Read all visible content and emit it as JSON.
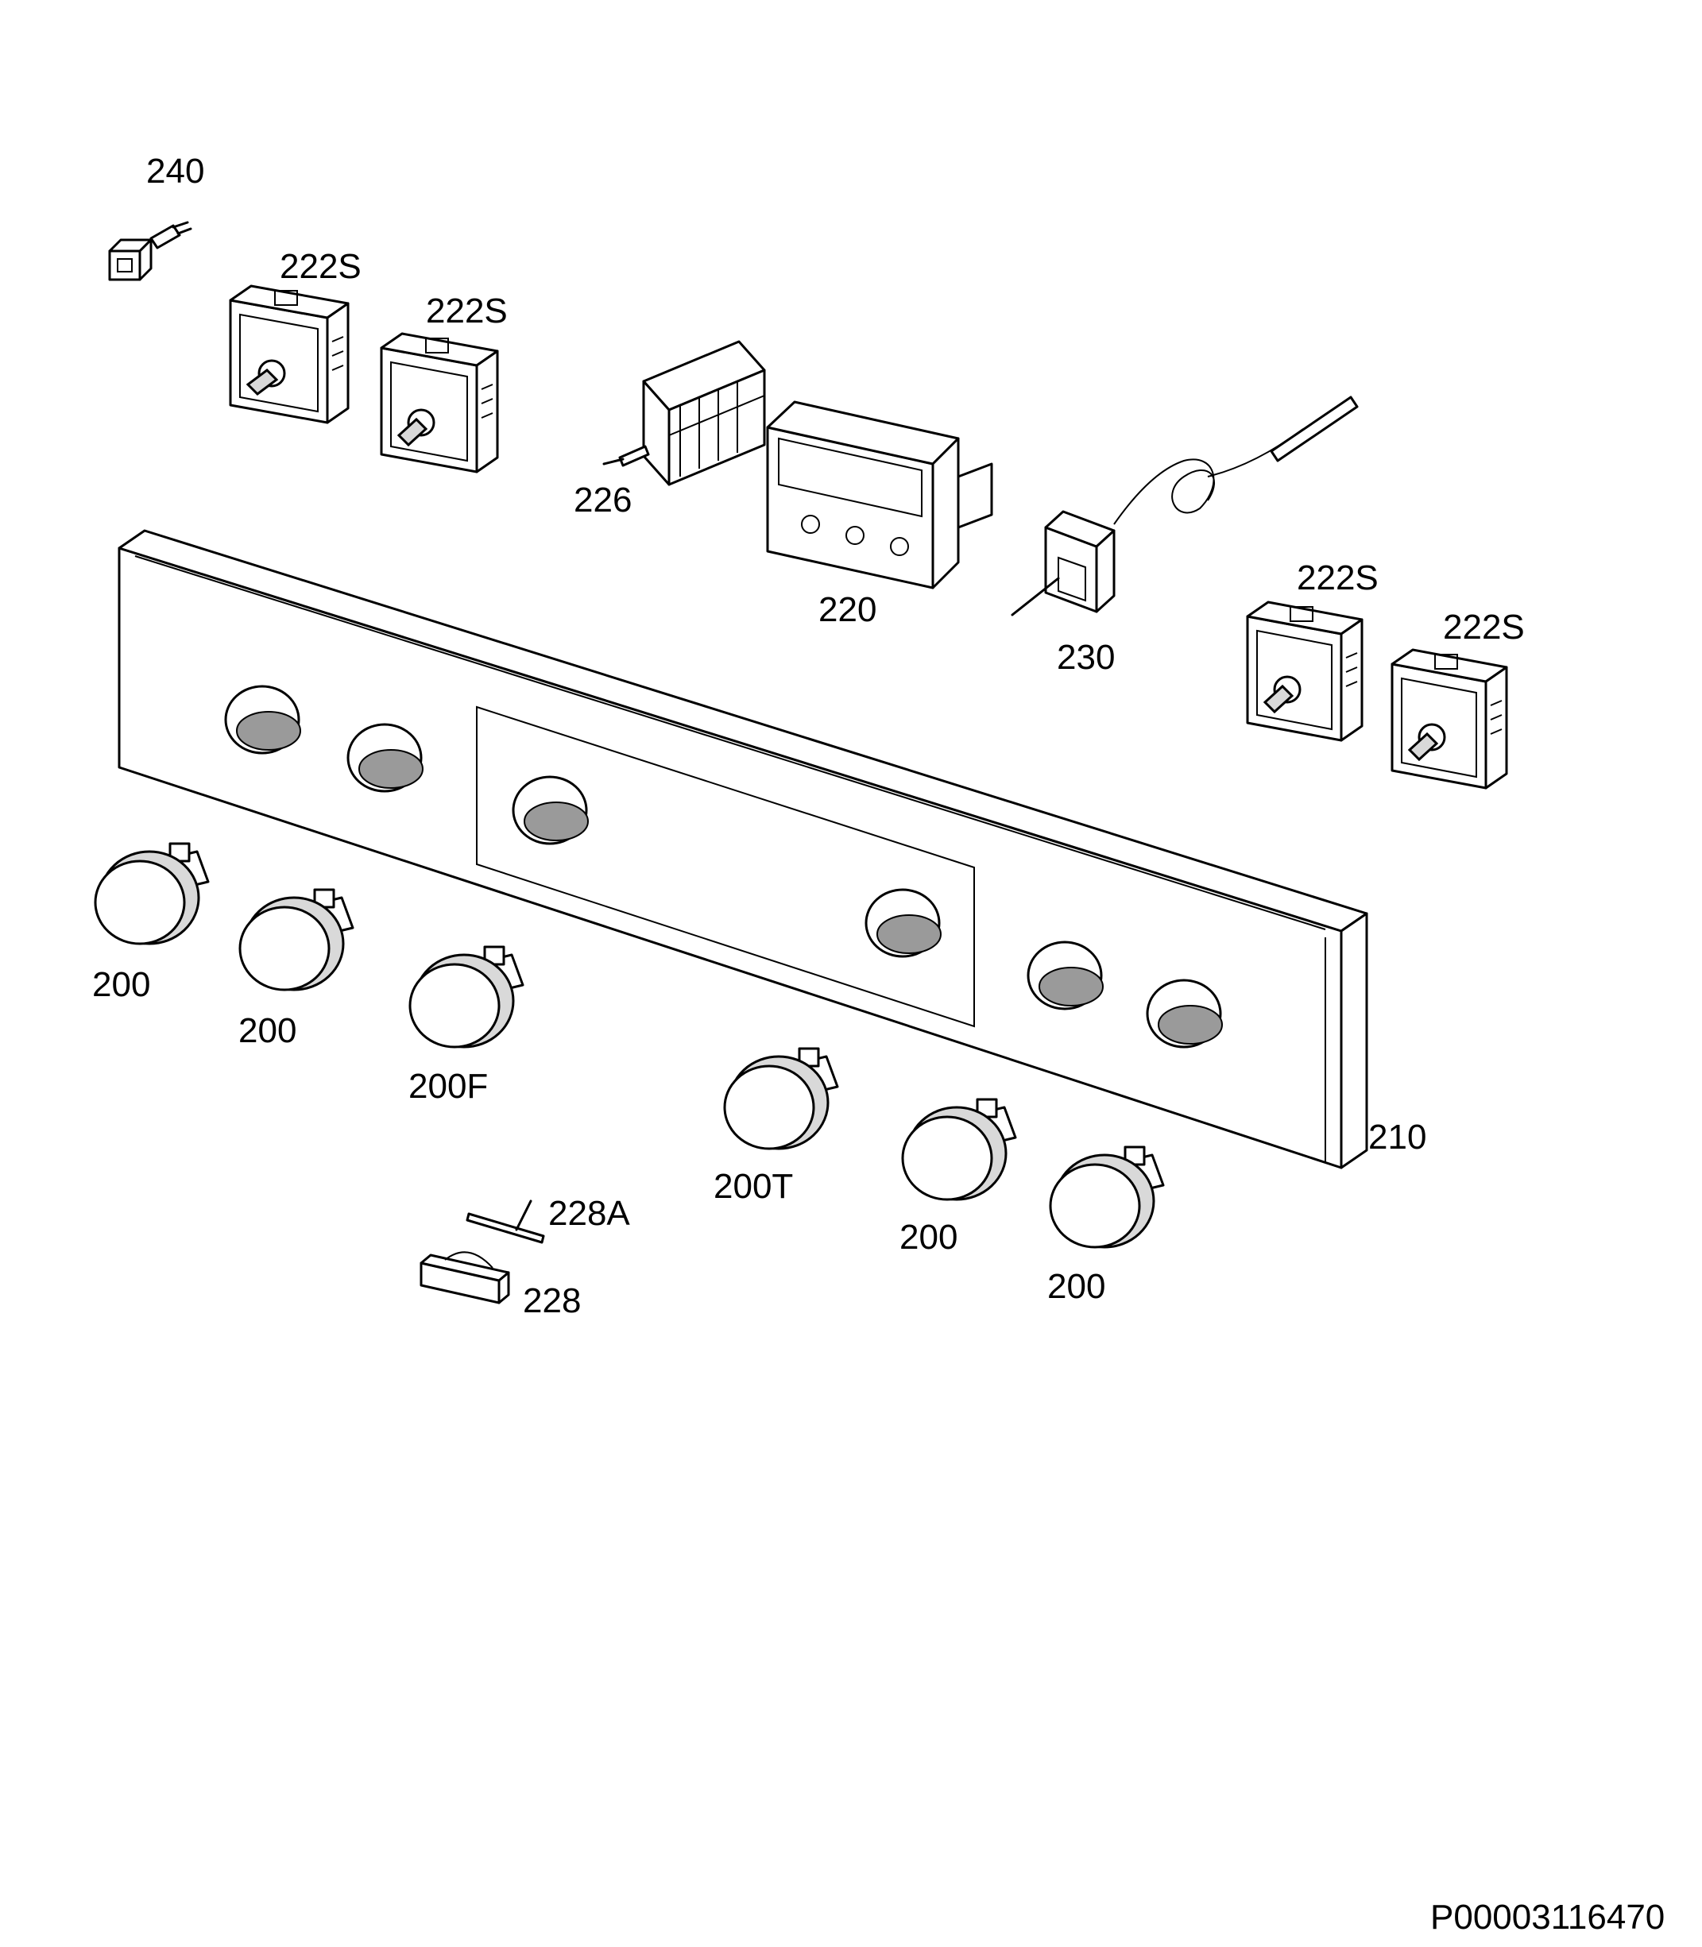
{
  "labels": {
    "p240": "240",
    "p222s_a": "222S",
    "p222s_b": "222S",
    "p226": "226",
    "p220": "220",
    "p230": "230",
    "p222s_c": "222S",
    "p222s_d": "222S",
    "p200_a": "200",
    "p200_b": "200",
    "p200f": "200F",
    "p200t": "200T",
    "p200_c": "200",
    "p200_d": "200",
    "p210": "210",
    "p228a": "228A",
    "p228": "228"
  },
  "reference_code": "P00003116470"
}
